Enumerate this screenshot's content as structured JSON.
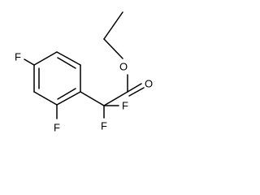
{
  "molecule": {
    "atoms": {
      "f_top": "F",
      "f_bottom_left": "F",
      "f_alpha_right": "F",
      "f_alpha_bottom": "F",
      "o_ester": "O",
      "o_carbonyl": "O"
    }
  },
  "colors": {
    "bond": "#000000",
    "label": "#000000",
    "background": "#ffffff"
  }
}
